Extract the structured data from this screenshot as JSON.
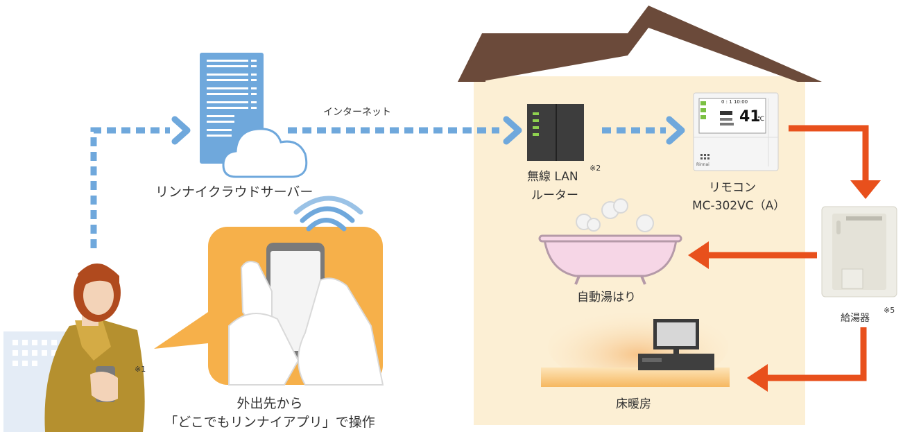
{
  "labels": {
    "internet": "インターネット",
    "cloud_server": "リンナイクラウドサーバー",
    "router_line1": "無線 LAN",
    "router_note": "※2",
    "router_line2": "ルーター",
    "remote_line1": "リモコン",
    "remote_line2": "MC-302VC（A）",
    "bath": "自動湯はり",
    "heater": "給湯器",
    "heater_note": "※5",
    "floor_heating": "床暖房",
    "phone_note": "※1",
    "caption_line1": "外出先から",
    "caption_line2": "「どこでもリンナイアプリ」で操作"
  },
  "remote_display": {
    "time": "0 : 1 10:00",
    "temperature": "41",
    "unit": "℃",
    "brand": "Rinnai"
  },
  "colors": {
    "dashed_blue": "#6fa8dc",
    "arrow_orange": "#e8501c",
    "house_wall": "#fcefd4",
    "roof": "#6b4a3a",
    "speech_bubble": "#f6b04a",
    "person_coat": "#b5902f",
    "bath_pink": "#f6d6e6"
  }
}
